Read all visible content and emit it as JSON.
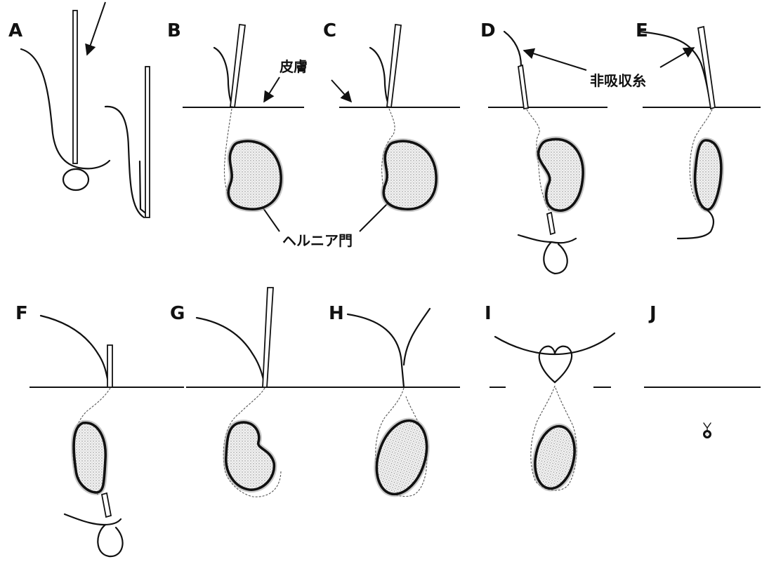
{
  "panels": {
    "a": "A",
    "b": "B",
    "c": "C",
    "d": "D",
    "e": "E",
    "f": "F",
    "g": "G",
    "h": "H",
    "i": "I",
    "j": "J"
  },
  "annotations": {
    "skin": "皮膚",
    "suture": "非吸収糸",
    "hernia_orifice": "ヘルニア門"
  },
  "colors": {
    "ink": "#111111",
    "stipple": "#8a8a8a",
    "background": "#ffffff"
  }
}
